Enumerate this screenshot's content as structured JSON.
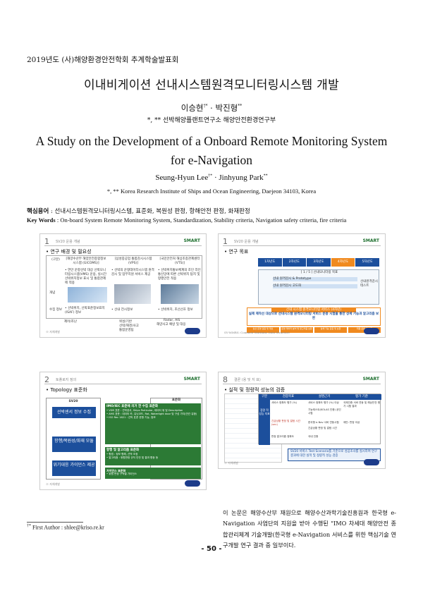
{
  "header": {
    "conference": "2019년도 (사)해양환경안전학회 추계학술발표회"
  },
  "title_ko": "이내비게이션 선내시스템원격모니터링시스템 개발",
  "authors_ko": {
    "a1": "이승현",
    "a1_mark": "†*",
    "sep": " · ",
    "a2": "박진형",
    "a2_mark": "**"
  },
  "affiliation_ko": "*, ** 선박해양플랜트연구소 해양안전환경연구부",
  "title_en": "A Study on the Development of a Onboard Remote Monitoring System for e-Navigation",
  "authors_en": {
    "a1": "Seung-Hyun Lee",
    "a1_mark": "†*",
    "sep": " · ",
    "a2": "Jinhyung Park",
    "a2_mark": "**"
  },
  "affiliation_en": "*, ** Korea Research Institute of Ships and Ocean Engineering, Daejeon 34103, Korea",
  "keywords_ko": {
    "label": "핵심용어",
    "text": " : 선내시스템원격모니터링시스템, 표준화, 복원성 판정, 항해안전 판정, 화재판정"
  },
  "keywords_en": {
    "label": "Key Words",
    "text": " : On-board System Remote Monitoring System, Standardization, Stability criteria, Navigation safety criteria, fire criteria"
  },
  "slides": {
    "s1": {
      "num": "1",
      "tag": "SV20 운용 개념",
      "logo": "SMART",
      "heading": "• 연구 배경 및 필요성",
      "cols": [
        "(구분)",
        "[해양수산부 해양안전종합정보시스템 (GICOMS)]",
        "[삼성중공업 통합감시시스템 (VPS)]",
        "[국민안전처 해상조종관제센터 (VTS)]"
      ],
      "row_labels": [
        "개념",
        "수집 정보"
      ],
      "col1_text": "• 연안 운항선박 대상 선박모니터링시스템(VMS) 운용, 실시간 선박위치정보 표시 및 통합관제에 적용",
      "col2_text": "• 선박의 운항데이터시스템 원격감시 및 업무지원 서비스 제공",
      "col3_text": "• 선박위치통보체계의 조인 라인 통신망에 따른 선박위치 탐지 및 항행안전 적용",
      "bottom1": "• 선박위치, 선박표준정보표지 (ISAF) 정보",
      "bottom2": "• 선내 전시정보",
      "bottom3": "• 선박위치, 조선선호 정보",
      "footer_labels": [
        "제어/조난",
        "위성/기반",
        "선박/해경/사고",
        "통합운영팀",
        "Radar, AIS",
        "해양사고 예방 및 대응"
      ],
      "source": "※ 자체개발"
    },
    "s2": {
      "num": "1",
      "tag": "SV20 운용 개념",
      "logo": "SMART",
      "heading": "• 연구 목표",
      "stages": [
        "1차년도",
        "2차년도",
        "3차년도",
        "4차년도",
        "5차년도"
      ],
      "inner_title": "[ 1 / 5 ] 선내모니터링 목표",
      "row_a": "선내 원격감시 & Prototype",
      "row_b": "선내 원격감시 고도화",
      "side": "선내원격감시 테스트",
      "highlight_title": "선내 시스템 원격모니터링 서비스 (4차년)",
      "highlight_text": "실제 제작선 대상으로 선내시스템 원격모니터링 서비스 운용 시험을 통한 상세 기능과 알고리즘 보완",
      "small_boxes": [
        "실선 운영 검증 및 개선",
        "운영 데이터 분석 및 알고리즘 보완",
        "실해 기능 검증 및 보완",
        "최종 운용 및 보완"
      ],
      "source": "SV-MMRS: Common Maritime Data Structure"
    },
    "s3": {
      "num": "2",
      "tag": "토폴로지 정의",
      "logo": "SMART",
      "heading": "• Topology 표준화",
      "left_title": "SV20",
      "left_boxes": [
        "선박센서 정보 수집",
        "항행/복원성/화재 모듈",
        "위기대응 가이던스 제공"
      ],
      "right_title": "표준화",
      "right_text1": "IMO/IEC 표준에 의거 한 수집 표준화",
      "right_text1b": "• VDR 표준 : 선박센서, Ships Particular, 데이터 위 및 Description",
      "right_text1c": "• AMS 표준 : 데이터 카, 유닛코드, Rat, Watertight door 및 구성 가지(연관 유형)",
      "right_text1d": "• ISO Rec 1621 : 선박 표준 운항 기능, 정보",
      "right_text2": "항행 및 알고리즘 표준화",
      "right_text2b": "• 항법 : 정보 항해, 선박 조정",
      "right_text2c": "• 알고리즘 : 위협판정 규칙 안전 및 결과 항등 등",
      "right_text3": "가이던스 표준화",
      "right_text3b": "• 위협 판정 구역별 가이던스",
      "source": "※ 자체개발"
    },
    "s4": {
      "num": "8",
      "tag": "결론 (용 및 지 표)",
      "logo": "SMART",
      "heading": "• 실적 및 정량적 성능의 검증",
      "cols": [
        "구분",
        "검증목표",
        "설명근거",
        "평가 기준"
      ],
      "side_label": "정량 적 성능 지표",
      "rows": [
        [
          "서비스 정확도 평가 (%)",
          "서비스 정확도 평가 (%) 이상",
          "기능테스트(KOLAS 인증) 공인시험",
          "국제인증 서버 연동 및 해상안전 평가 시험 결과"
        ],
        [
          "긴급상황 판정 및 알람 시간 (sec)",
          "한국형 e-Nav 서버 연동시험",
          "긴급상황 판정 및 알람 시간",
          "제안: 판정 이상"
        ],
        [
          "판정 알고리즘 정확도",
          "국내 인증",
          "",
          ""
        ]
      ],
      "callout": "SV20 서비스 Test Scenario를 기준으로 성공조사를 실시하여 연구 결과에 대한 실적 및 정량적 성능 검증",
      "source": "※ 자체개발"
    }
  },
  "body_paragraph": "이 논문은 해양수산부 재원으로 해양수산과학기술진흥원과 한국형 e-Navigation 사업단의 지원을 받아 수행된 \"IMO 차세대 해양안전 종합관리체계 기술개발(한국형 e-Navigation 서비스를 위한 핵심기술 연구개발 연구 결과 중 일부이다.",
  "footnote": {
    "mark": "†*",
    "text": "First Author : shlee@kriso.re.kr"
  },
  "page_number": "- 50 -",
  "colors": {
    "slide_green": "#2c7a35",
    "slide_blue": "#1c4f9c",
    "highlight_orange": "#f08a1f",
    "kriso_blue": "#1c3b8a"
  }
}
